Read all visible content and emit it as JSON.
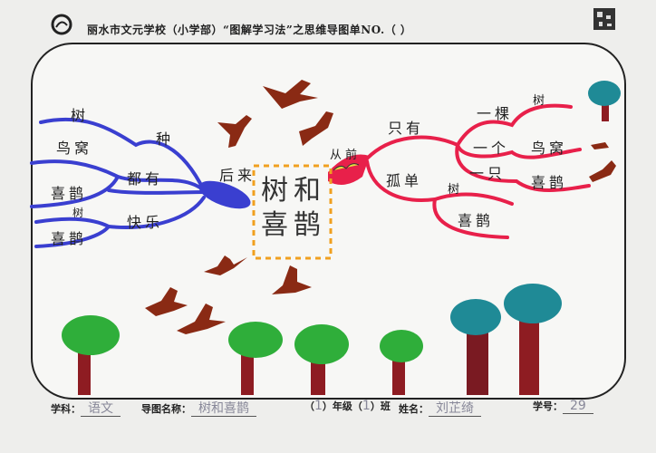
{
  "header": {
    "title": "丽水市文元学校（小学部）“图解学习法”之思维导图单NO.（ ）",
    "logo_icon": "school-logo-icon",
    "qr_icon": "qr-code-icon"
  },
  "mindmap": {
    "center": {
      "line1": "树和",
      "line2": "喜鹊"
    },
    "left": {
      "root": "后来",
      "branches": [
        {
          "label": "种",
          "sub": [
            {
              "label": "树"
            }
          ]
        },
        {
          "label": "都有",
          "sub": [
            {
              "label": "鸟窝"
            },
            {
              "label": "喜鹊"
            }
          ]
        },
        {
          "label": "快乐",
          "sub": [
            {
              "label": "树"
            },
            {
              "label": "喜鹊"
            }
          ]
        }
      ]
    },
    "right": {
      "root": "从前",
      "branches": [
        {
          "label": "只有",
          "sub": [
            {
              "label": "一棵"
            },
            {
              "label": "树"
            },
            {
              "label": "一个"
            },
            {
              "label": "鸟窝"
            },
            {
              "label": "一只"
            },
            {
              "label": "喜鹊"
            }
          ]
        },
        {
          "label": "孤单",
          "sub": [
            {
              "label": "树"
            },
            {
              "label": "喜鹊"
            }
          ]
        }
      ]
    },
    "colors": {
      "left_branch": "#3a3fd0",
      "right_branch": "#e8204a",
      "center_border": "#f0a020",
      "bird": "#8a2a14",
      "tree_green": "#2fae3a",
      "tree_teal": "#1f8a96",
      "trunk": "#8e1c22"
    }
  },
  "footer": {
    "subject_label": "学科：",
    "subject_value": "语文",
    "mapname_label": "导图名称：",
    "mapname_value": "树和喜鹊",
    "grade_open": "（",
    "grade_value": "1",
    "grade_label": "）年级（",
    "class_value": "1",
    "class_label": "）班",
    "name_label": "姓名：",
    "name_value": "刘芷绮",
    "number_label": "学号：",
    "number_value": "29"
  }
}
